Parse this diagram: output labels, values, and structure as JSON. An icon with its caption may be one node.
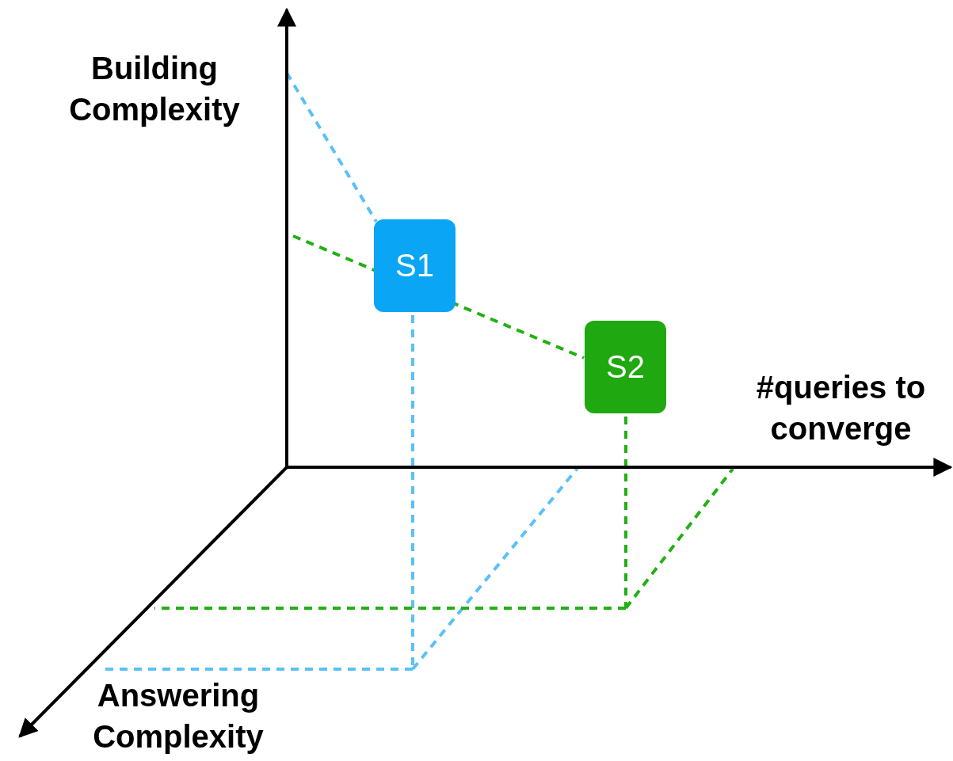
{
  "diagram": {
    "nodes": [
      {
        "text": [
          "S1"
        ]
      },
      {
        "text": [
          "S2"
        ]
      }
    ],
    "labels": [
      "Building Complexity",
      "#queries to converge",
      "Answering Complexity"
    ]
  }
}
